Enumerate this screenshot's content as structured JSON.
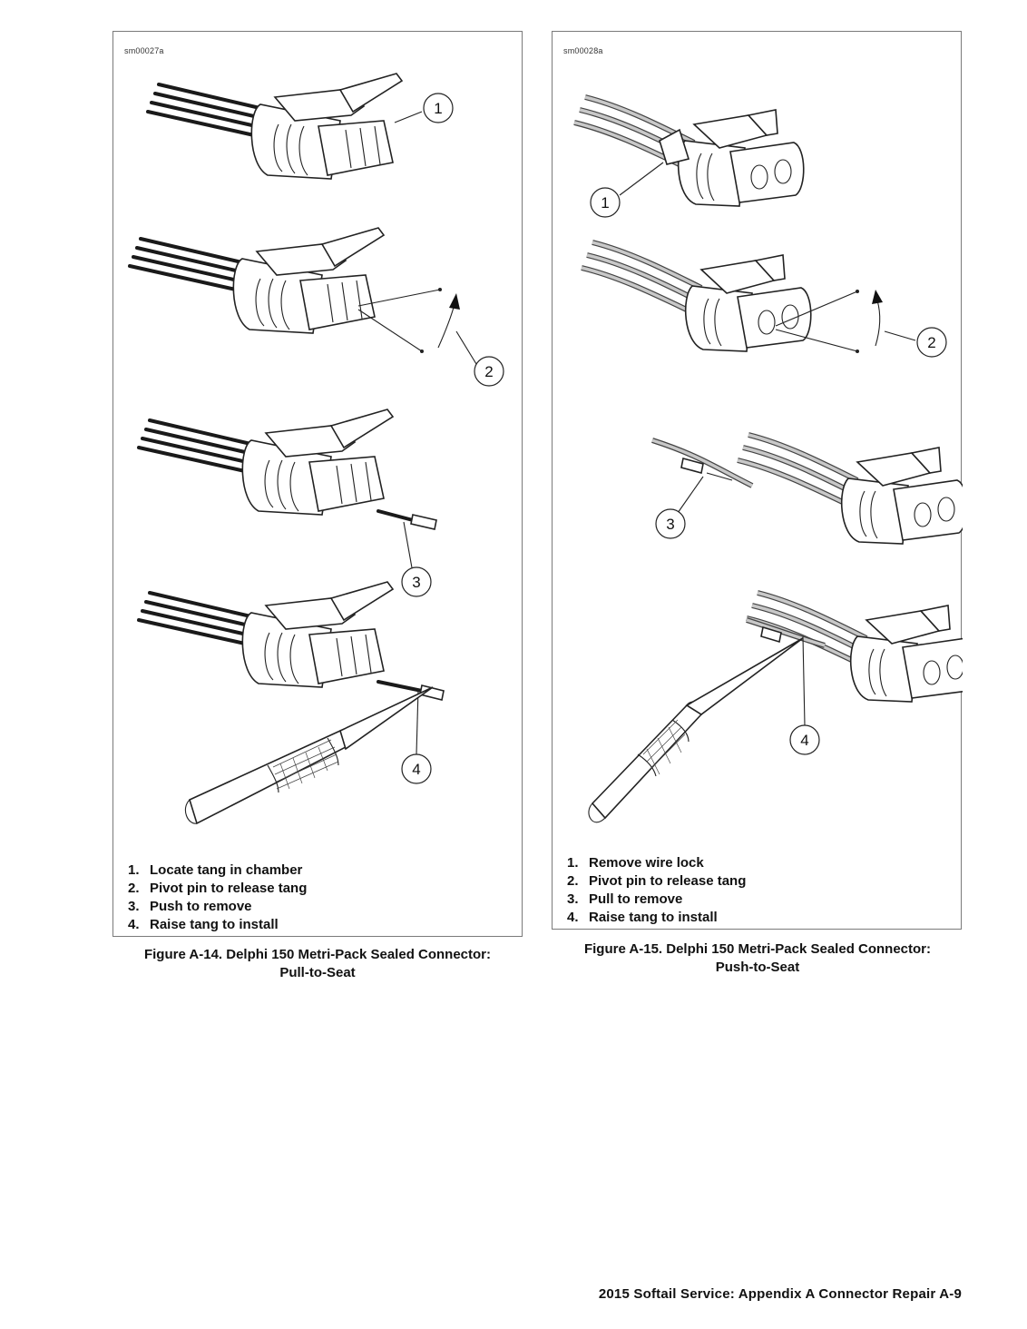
{
  "figures": [
    {
      "id_label": "sm00027a",
      "legend": [
        {
          "num": "1.",
          "text": "Locate tang in chamber"
        },
        {
          "num": "2.",
          "text": "Pivot pin to release tang"
        },
        {
          "num": "3.",
          "text": "Push to remove"
        },
        {
          "num": "4.",
          "text": "Raise tang to install"
        }
      ],
      "callouts": [
        "1",
        "2",
        "3",
        "4"
      ],
      "caption_line1": "Figure A-14. Delphi 150 Metri-Pack Sealed Connector:",
      "caption_line2": "Pull-to-Seat"
    },
    {
      "id_label": "sm00028a",
      "legend": [
        {
          "num": "1.",
          "text": "Remove wire lock"
        },
        {
          "num": "2.",
          "text": "Pivot pin to release tang"
        },
        {
          "num": "3.",
          "text": "Pull to remove"
        },
        {
          "num": "4.",
          "text": "Raise tang to install"
        }
      ],
      "callouts": [
        "1",
        "2",
        "3",
        "4"
      ],
      "caption_line1": "Figure A-15. Delphi 150 Metri-Pack Sealed Connector:",
      "caption_line2": "Push-to-Seat"
    }
  ],
  "footer": "2015 Softail Service:  Appendix A Connector Repair  A-9"
}
